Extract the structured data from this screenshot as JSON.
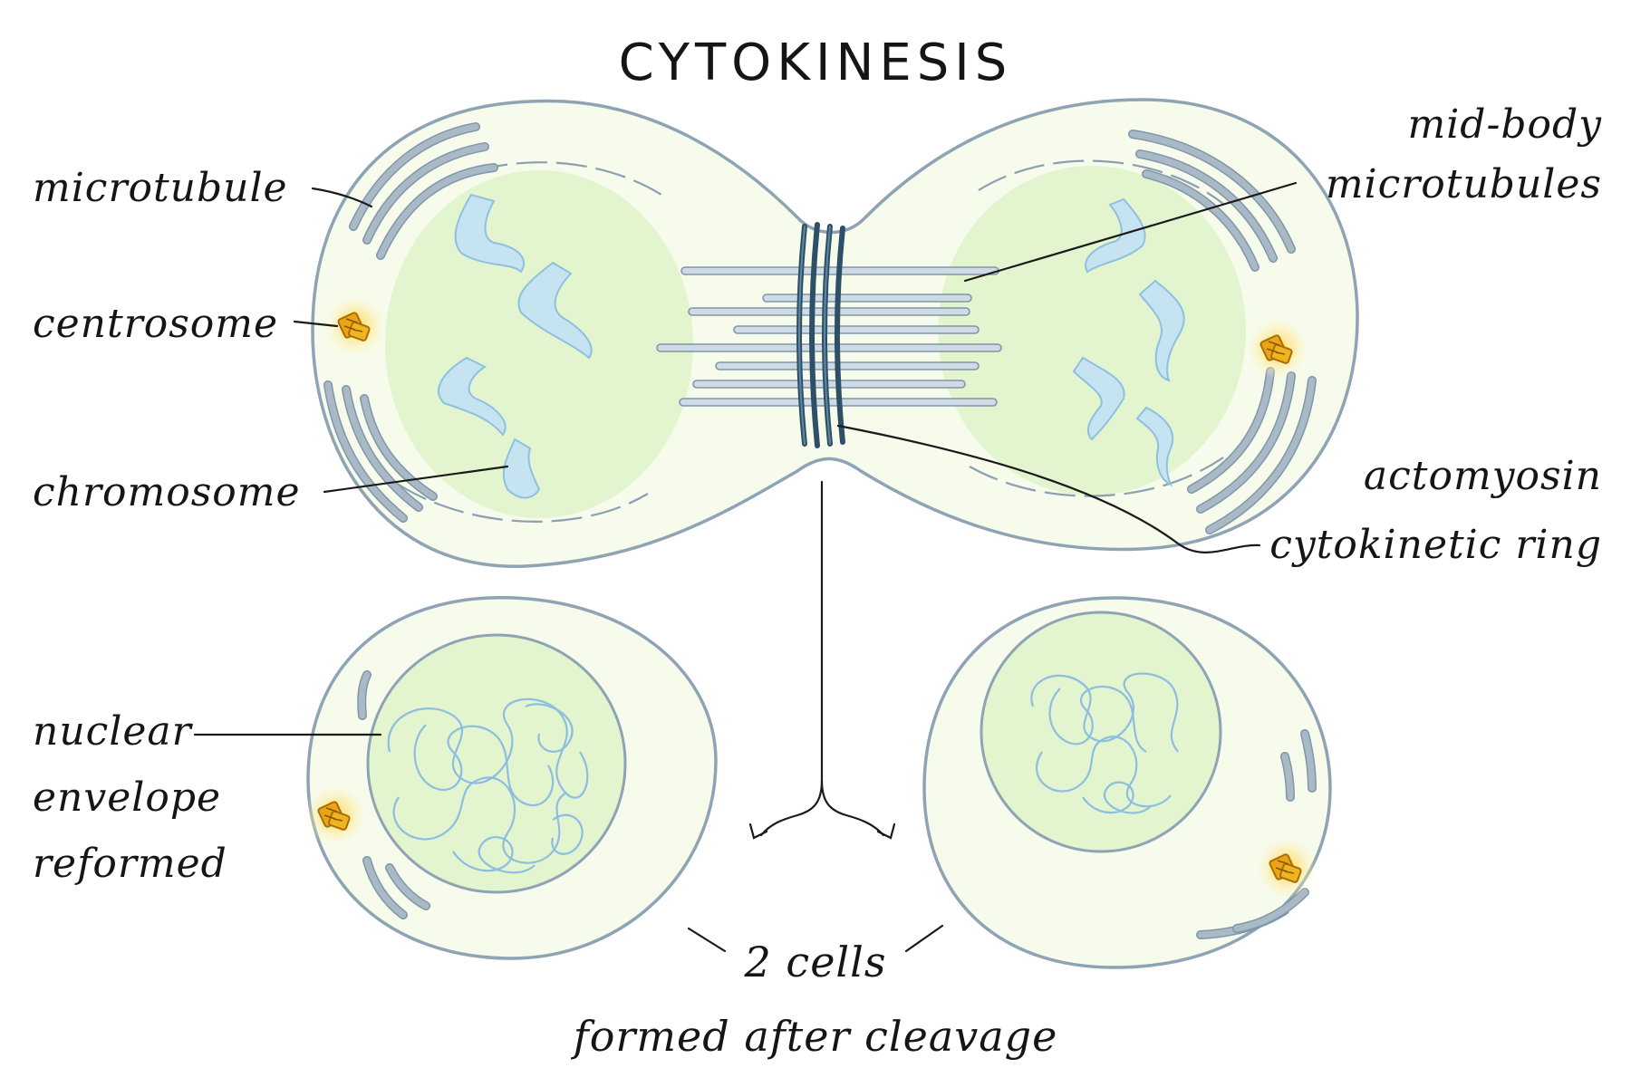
{
  "title": "CYTOKINESIS",
  "labels": {
    "microtubule": "microtubule",
    "centrosome": "centrosome",
    "chromosome": "chromosome",
    "midbody_line1": "mid-body",
    "midbody_line2": "microtubules",
    "ring_line1": "actomyosin",
    "ring_line2": "cytokinetic ring",
    "nuclear_line1": "nuclear",
    "nuclear_line2": "envelope",
    "nuclear_line3": "reformed",
    "cells_line1": "2 cells",
    "cells_line2": "formed after cleavage"
  },
  "colors": {
    "cytoplasm": "#f6fbeb",
    "membrane": "#8ea3b4",
    "nucleus": "#e3f5cf",
    "chromosome": "#c6e3f2",
    "centrosome": "#f2b81c",
    "ring": "#2e4f66"
  }
}
